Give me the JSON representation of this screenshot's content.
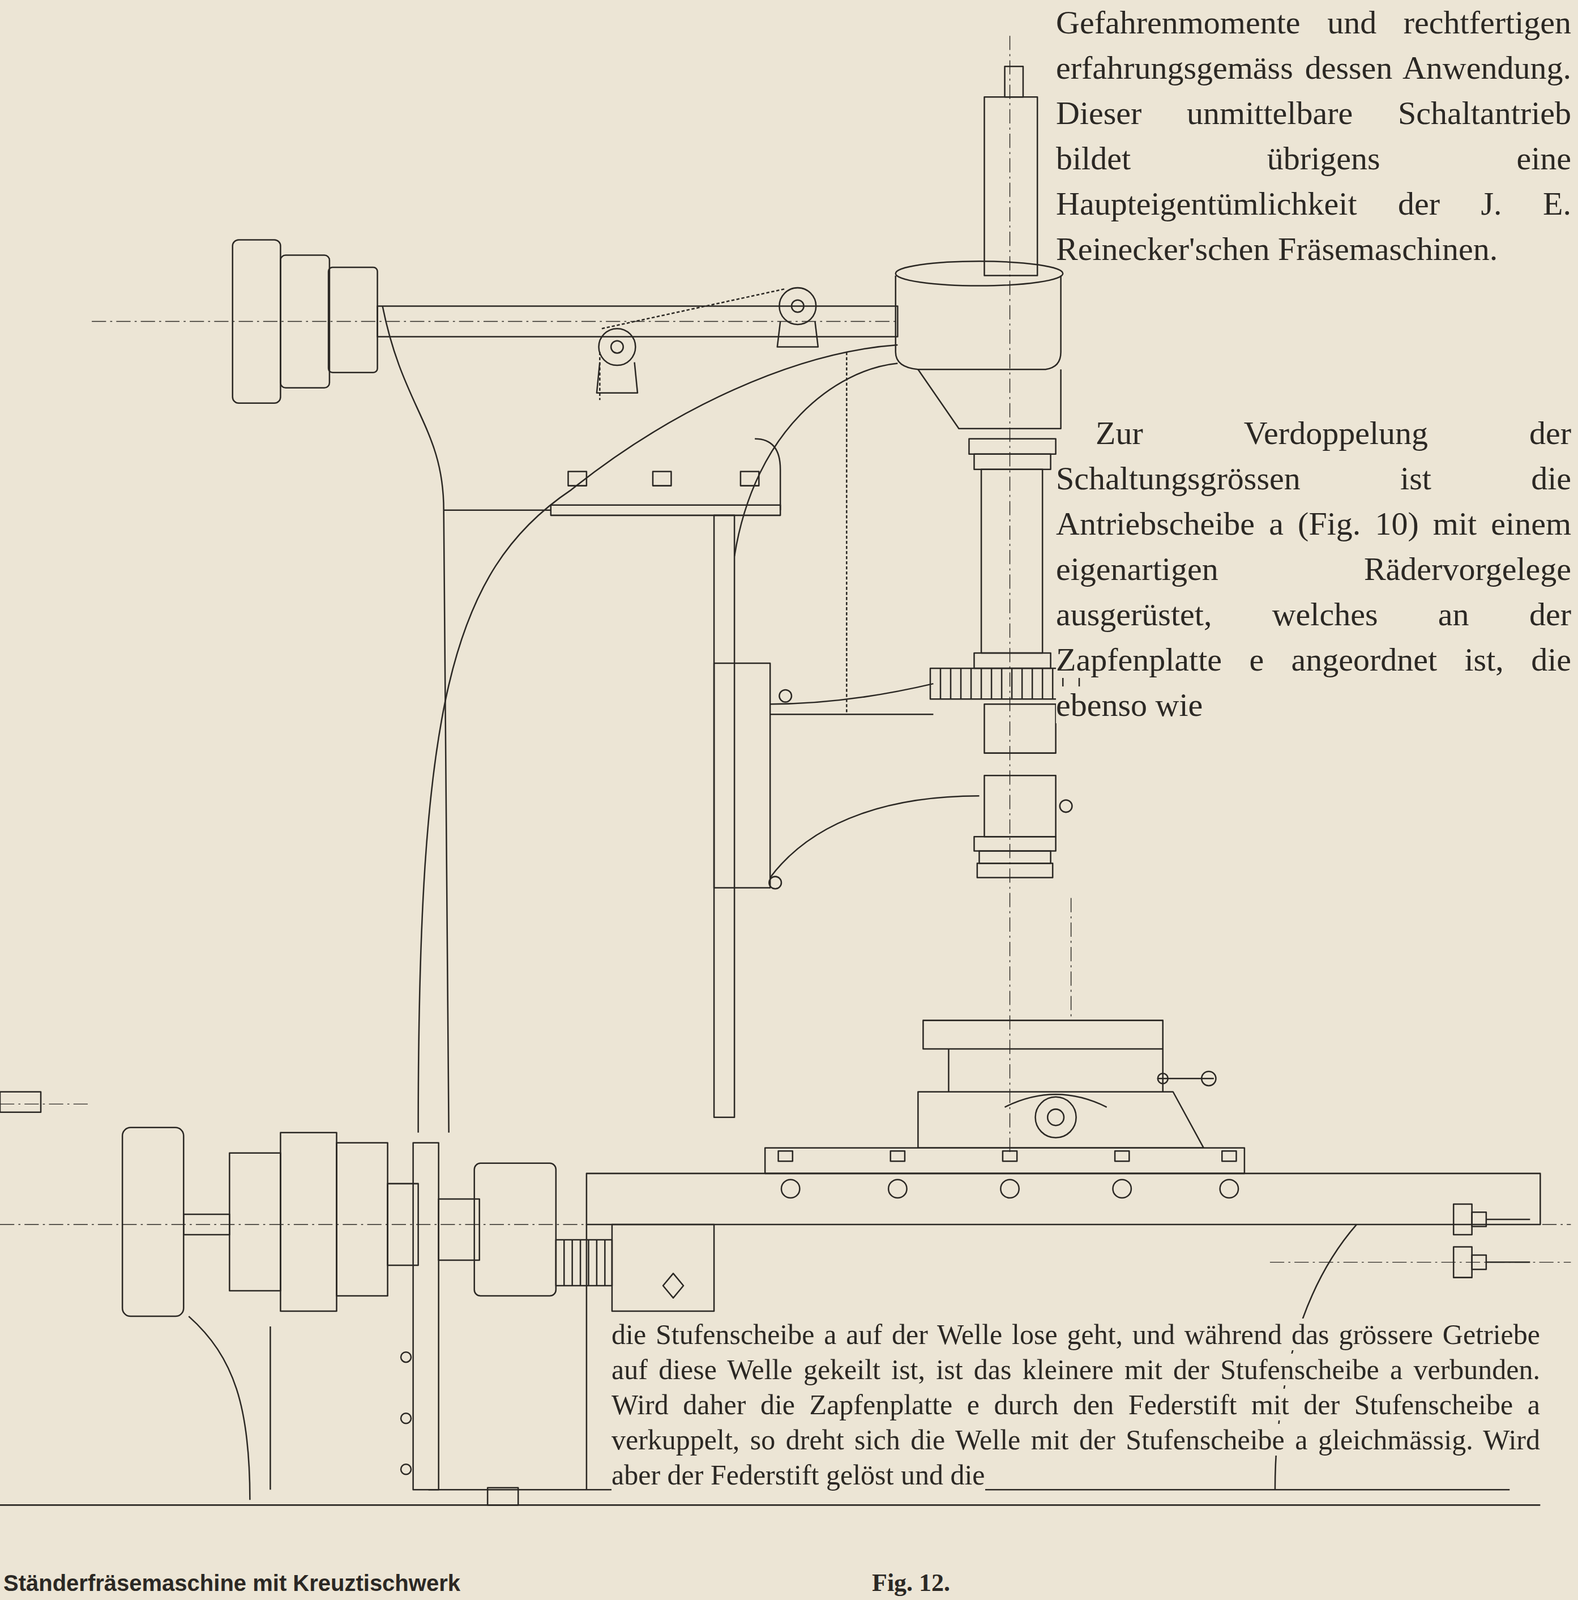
{
  "diagram": {
    "caption": "Ständerfräsemaschine mit Kreuztischwerk",
    "labels": [
      "Gefahrenmomente und rechtfertigen erfahrungsgemäss dessen Anwendung. Dieser unmittelbare Schaltantrieb bildet übrigens eine Haupteigentümlichkeit der J. E. Reinecker'schen Fräsemaschinen.",
      "Zur Verdoppelung der Schaltungsgrössen ist die Antriebscheibe a (Fig. 10) mit einem eigenartigen Rädervorgelege ausgerüstet, welches an der Zapfenplatte e angeordnet ist, die ebenso wie",
      "die Stufenscheibe a auf der Welle lose geht, und während das grössere Getriebe auf diese Welle gekeilt ist, ist das kleinere mit der Stufenscheibe a verbunden. Wird daher die Zapfenplatte e durch den Federstift mit der Stufenscheibe a verkuppelt, so dreht sich die Welle mit der Stufenscheibe a gleichmässig. Wird aber der Federstift gelöst und die",
      "Fig. 12."
    ]
  }
}
